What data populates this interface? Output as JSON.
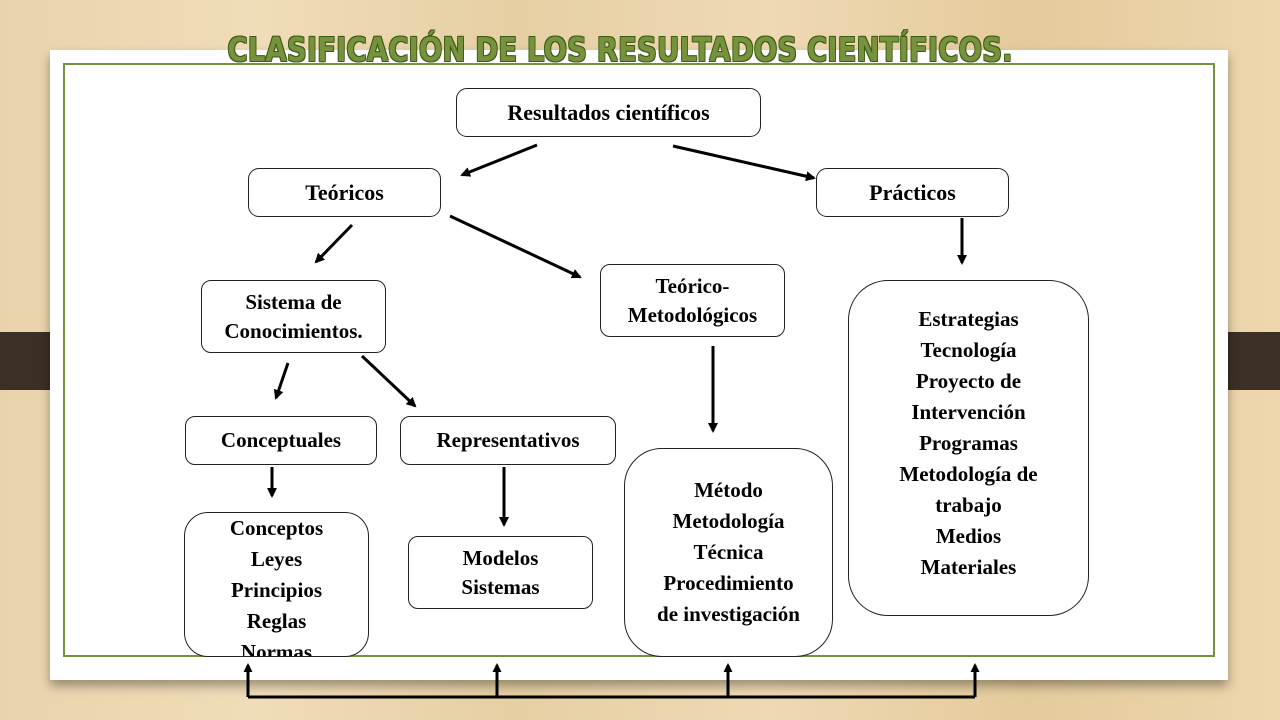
{
  "title": "CLASIFICACIÓN DE LOS RESULTADOS CIENTÍFICOS.",
  "nodes": {
    "root": "Resultados científicos",
    "teoricos": "Teóricos",
    "practicos": "Prácticos",
    "sistema": "Sistema de\nConocimientos.",
    "teorico_metodologicos": "Teórico-\nMetodológicos",
    "practicos_list": "Estrategias\nTecnología\nProyecto de\nIntervención\nProgramas\nMetodología de\ntrabajo\nMedios\nMateriales",
    "conceptuales": "Conceptuales",
    "representativos": "Representativos",
    "metodo_list": "Método\nMetodología\nTécnica\nProcedimiento\nde investigación",
    "conceptos_list": "Conceptos\nLeyes\nPrincipios\nReglas\nNormas",
    "modelos_list": "Modelos\nSistemas"
  },
  "colors": {
    "title": "#76923c",
    "frame": "#76923c",
    "bars": "#3b2f26"
  }
}
